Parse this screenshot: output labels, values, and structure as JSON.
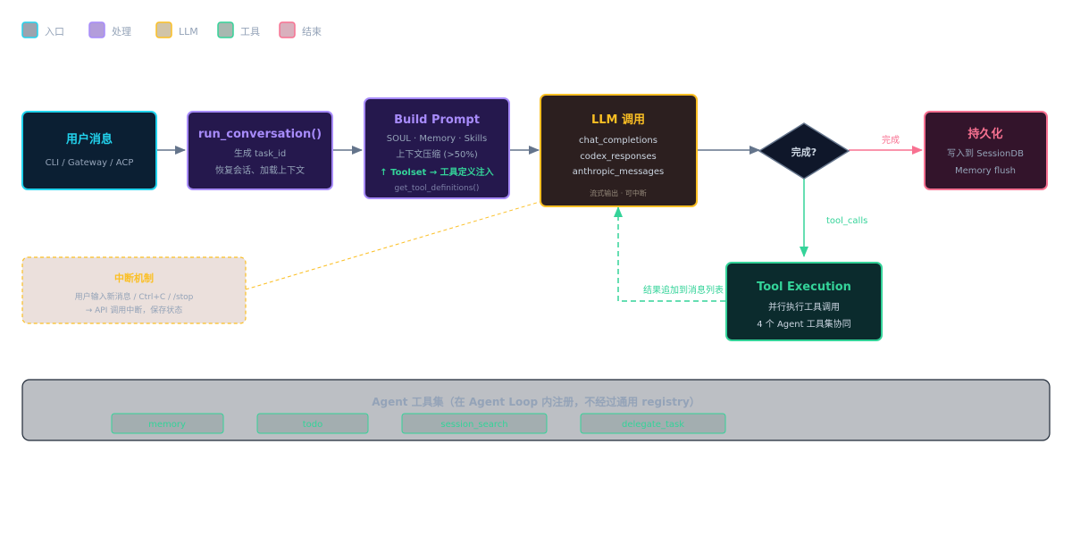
{
  "legend": [
    {
      "label": "入口",
      "color": "#22d3ee"
    },
    {
      "label": "处理",
      "color": "#a78bfa"
    },
    {
      "label": "LLM",
      "color": "#fbbf24"
    },
    {
      "label": "工具",
      "color": "#34d399"
    },
    {
      "label": "结束",
      "color": "#f87191"
    }
  ],
  "nodes": {
    "entry": {
      "title": "用户消息",
      "lines": [
        "CLI / Gateway / ACP"
      ]
    },
    "run": {
      "title": "run_conversation()",
      "lines": [
        "生成 task_id",
        "恢复会话、加载上下文"
      ]
    },
    "build": {
      "title": "Build Prompt",
      "lines": [
        "SOUL · Memory · Skills",
        "上下文压缩 (>50%)"
      ],
      "highlight": "↑ Toolset → 工具定义注入",
      "sub": "get_tool_definitions()"
    },
    "llm": {
      "title": "LLM 调用",
      "lines": [
        "chat_completions",
        "codex_responses",
        "anthropic_messages"
      ],
      "sub": "流式输出 · 可中断"
    },
    "decision": {
      "label": "完成?"
    },
    "finish": {
      "title": "持久化",
      "lines": [
        "写入到 SessionDB",
        "Memory flush"
      ]
    },
    "tool": {
      "title": "Tool Execution",
      "lines": [
        "并行执行工具调用",
        "4 个 Agent 工具集协同"
      ]
    },
    "interrupt": {
      "title": "中断机制",
      "lines": [
        "用户输入新消息 / Ctrl+C / /stop",
        "→ API 调用中断，保存状态"
      ]
    }
  },
  "edges": {
    "done": "完成",
    "tool_calls": "tool_calls",
    "loop_back": "结果追加到消息列表"
  },
  "panel": {
    "title": "Agent 工具集（在 Agent Loop 内注册，不经过通用 registry）",
    "tags": [
      "memory",
      "todo",
      "session_search",
      "delegate_task"
    ]
  },
  "colors": {
    "entry": "#22d3ee",
    "process": "#a78bfa",
    "llm": "#fbbf24",
    "tool": "#34d399",
    "finish": "#f87191",
    "arrow": "#64748b"
  }
}
